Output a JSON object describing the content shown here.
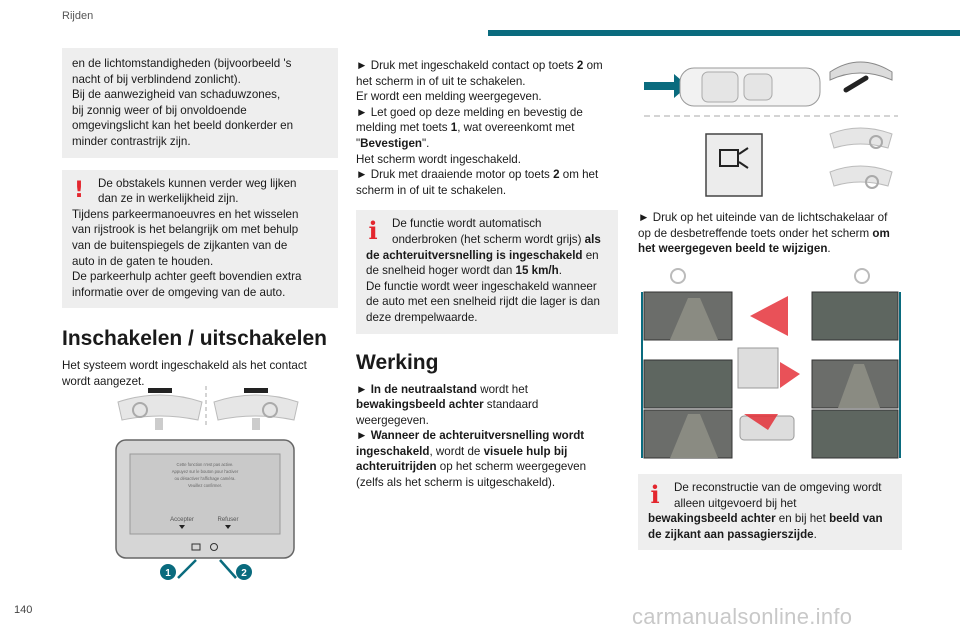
{
  "header": {
    "section": "Rijden"
  },
  "page_number": "140",
  "watermark": "carmanualsonline.info",
  "col1": {
    "box1": [
      "en de lichtomstandigheden (bijvoorbeeld 's",
      "nacht of bij verblindend zonlicht).",
      "Bij de aanwezigheid van schaduwzones,",
      "bij zonnig weer of bij onvoldoende",
      "omgevingslicht kan het beeld donkerder en",
      "minder contrastrijk zijn."
    ],
    "warning": [
      "De obstakels kunnen verder weg lijken",
      "dan ze in werkelijkheid zijn.",
      "Tijdens parkeermanoeuvres en het wisselen",
      "van rijstrook is het belangrijk om met behulp",
      "van de buitenspiegels de zijkanten van de",
      "auto in de gaten te houden.",
      "De parkeerhulp achter geeft bovendien extra",
      "informatie over de omgeving van de auto."
    ],
    "heading": "Inschakelen / uitschakelen",
    "intro": [
      "Het systeem wordt ingeschakeld als het contact",
      "wordt aangezet."
    ],
    "screen": {
      "message": [
        "Cette fonction n'est pas active.",
        "Appuyez sur le bouton pour l'activer",
        "ou désactiver l'affichage caméra.",
        "Veuillez confirmer."
      ],
      "accept": "Accepter",
      "refuse": "Refuser",
      "callout1": "1",
      "callout2": "2"
    }
  },
  "col2": {
    "lines1": [
      {
        "pre": "► Druk met ingeschakeld contact op toets ",
        "b": "2",
        "post": " om"
      },
      {
        "pre": "het scherm in of uit te schakelen.",
        "b": "",
        "post": ""
      },
      {
        "pre": "Er wordt een melding weergegeven.",
        "b": "",
        "post": ""
      },
      {
        "pre": "► Let goed op deze melding en bevestig de",
        "b": "",
        "post": ""
      },
      {
        "pre": "melding met toets ",
        "b": "1",
        "post": ", wat overeenkomt met"
      },
      {
        "pre": "\"",
        "b": "Bevestigen",
        "post": "\"."
      },
      {
        "pre": "Het scherm wordt ingeschakeld.",
        "b": "",
        "post": ""
      },
      {
        "pre": "► Druk met draaiende motor op toets ",
        "b": "2",
        "post": " om het"
      },
      {
        "pre": "scherm in of uit te schakelen.",
        "b": "",
        "post": ""
      }
    ],
    "info": [
      {
        "pre": "De functie wordt automatisch",
        "b": "",
        "post": ""
      },
      {
        "pre": "onderbroken (het scherm wordt grijs) ",
        "b": "als",
        "post": ""
      },
      {
        "pre": "",
        "b": "de achteruitversnelling is ingeschakeld",
        "post": " en"
      },
      {
        "pre": "de snelheid hoger wordt dan ",
        "b": "15 km/h",
        "post": "."
      },
      {
        "pre": "De functie wordt weer ingeschakeld wanneer",
        "b": "",
        "post": ""
      },
      {
        "pre": "de auto met een snelheid rijdt die lager is dan",
        "b": "",
        "post": ""
      },
      {
        "pre": "deze drempelwaarde.",
        "b": "",
        "post": ""
      }
    ],
    "heading": "Werking",
    "lines2": [
      {
        "pre": "► ",
        "b": "In de neutraalstand",
        "post": " wordt het"
      },
      {
        "pre": "",
        "b": "bewakingsbeeld achter",
        "post": " standaard"
      },
      {
        "pre": "weergegeven.",
        "b": "",
        "post": ""
      },
      {
        "pre": "► ",
        "b": "Wanneer de achteruitversnelling wordt",
        "post": ""
      },
      {
        "pre": "",
        "b": "ingeschakeld",
        "post": ", wordt de "
      },
      {
        "pre": "",
        "b": "achteruitrijden",
        "post": " op het scherm weergegeven"
      },
      {
        "pre": "(zelfs als het scherm is uitgeschakeld).",
        "b": "",
        "post": ""
      }
    ],
    "line_visual_b": "visuele hulp bij"
  },
  "col3": {
    "lines": [
      {
        "pre": "► Druk op het uiteinde van de lichtschakelaar of",
        "b": "",
        "post": ""
      },
      {
        "pre": "op de desbetreffende toets onder het scherm ",
        "b": "om",
        "post": ""
      },
      {
        "pre": "",
        "b": "het weergegeven beeld te wijzigen",
        "post": "."
      }
    ],
    "info": [
      {
        "pre": "De reconstructie van de omgeving wordt",
        "b": "",
        "post": ""
      },
      {
        "pre": "alleen uitgevoerd bij het",
        "b": "",
        "post": ""
      },
      {
        "pre": "",
        "b": "bewakingsbeeld achter",
        "post": " en bij het "
      },
      {
        "pre": "",
        "b": "de zijkant aan passagierszijde",
        "post": "."
      }
    ],
    "info_b2": "beeld van"
  },
  "colors": {
    "accent": "#0a6b7e",
    "warning": "#e3262e",
    "box_bg": "#eeeeee",
    "callout": "#0a6b7e"
  },
  "icons": [
    "warning-icon",
    "info-icon",
    "camera-icon",
    "steering-wheel-icon",
    "arrow-icon"
  ]
}
